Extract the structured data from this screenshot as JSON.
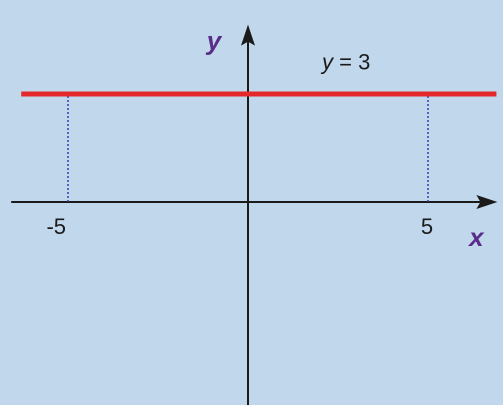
{
  "chart_data": {
    "type": "line",
    "xlabel": "x",
    "ylabel": "y",
    "grid": false,
    "xlim": [
      -6.3,
      6.9
    ],
    "ylim": [
      -5.5,
      4.9
    ],
    "series": [
      {
        "name": "",
        "x": [
          -6.3,
          6.9
        ],
        "y": [
          3,
          3
        ],
        "color": "#e3272b"
      }
    ],
    "annotations": [
      {
        "text_italic": "y",
        "text_rest": " = 3",
        "x": 2.0,
        "y": 3.9
      }
    ],
    "ticks": [
      {
        "value": -5,
        "label": "-5"
      },
      {
        "value": 5,
        "label": "5"
      }
    ],
    "guides": [
      {
        "x": -5,
        "y_from": 0,
        "y_to": 3,
        "color": "#3a3aa8"
      },
      {
        "x": 5,
        "y_from": 0,
        "y_to": 3,
        "color": "#3a3aa8"
      }
    ],
    "colors": {
      "background": "#c0d7ec",
      "axis": "#1a1a1a",
      "line": "#e3272b",
      "guide": "#3a3aa8",
      "axis_label": "#5b2d8a"
    }
  }
}
